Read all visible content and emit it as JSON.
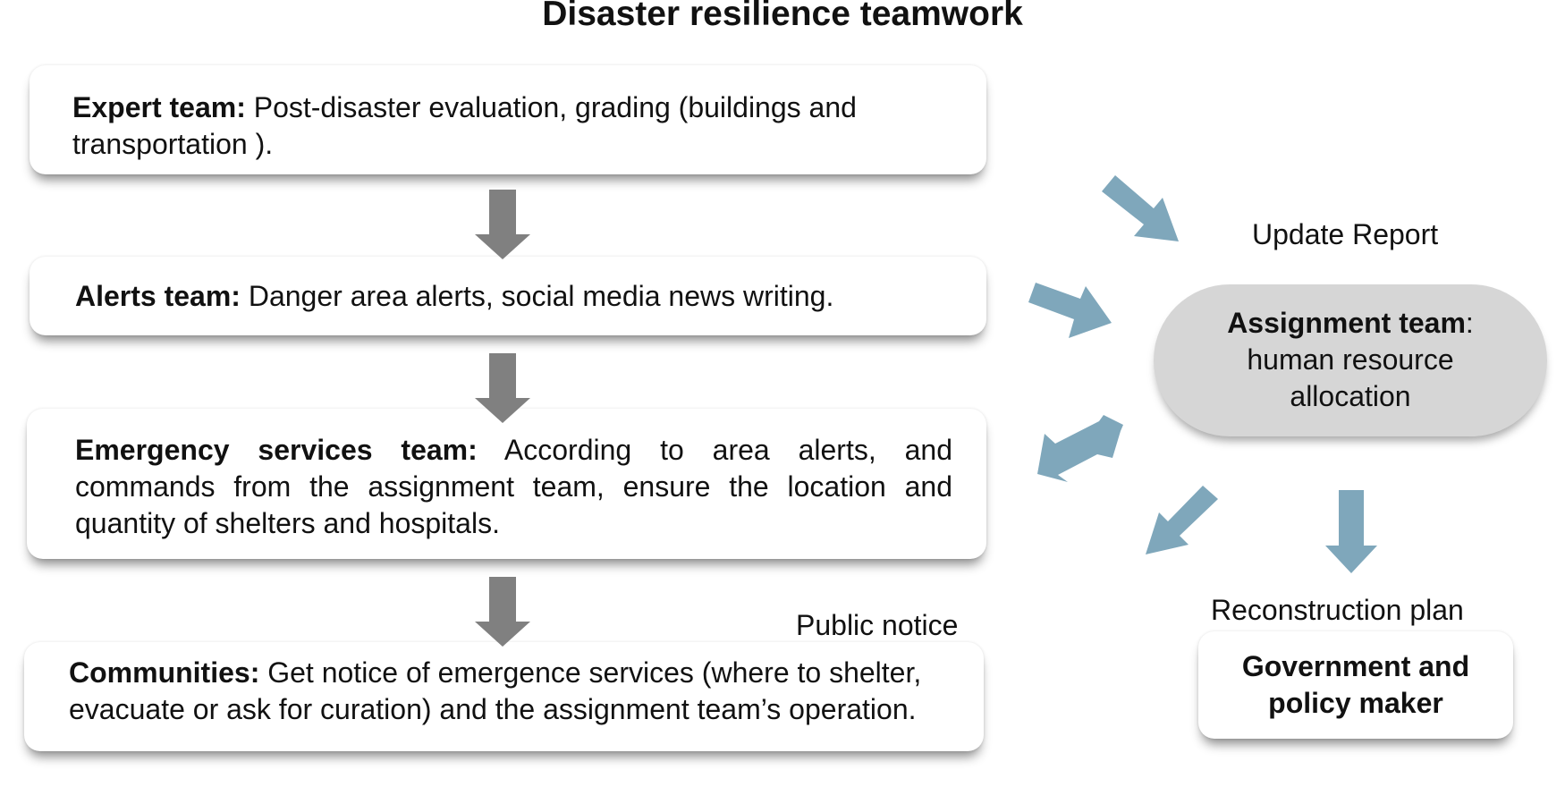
{
  "title": "Disaster resilience teamwork",
  "boxes": {
    "expert": {
      "heading": "Expert team:",
      "text": " Post-disaster evaluation, grading (buildings and transportation )."
    },
    "alerts": {
      "heading": "Alerts team:",
      "text": " Danger area alerts, social media news writing."
    },
    "emergency": {
      "heading": "Emergency services team:",
      "text": " According to area alerts, and commands from the assignment team, ensure the location and quantity of shelters and hospitals."
    },
    "communities": {
      "heading": "Communities:",
      "text": " Get notice of emergence services (where to shelter, evacuate or ask for curation) and the assignment team’s operation."
    },
    "assignment": {
      "heading": "Assignment team",
      "suffix": ":",
      "line2": "human resource",
      "line3": "allocation"
    },
    "government": {
      "line1": "Government and",
      "line2": "policy maker"
    }
  },
  "labels": {
    "update_report": "Update Report",
    "reconstruction_plan": "Reconstruction plan",
    "public_notice": "Public notice"
  },
  "colors": {
    "gray_arrow": "#808080",
    "blue_arrow": "#7fa7bb",
    "pill_fill": "#d6d6d6"
  }
}
